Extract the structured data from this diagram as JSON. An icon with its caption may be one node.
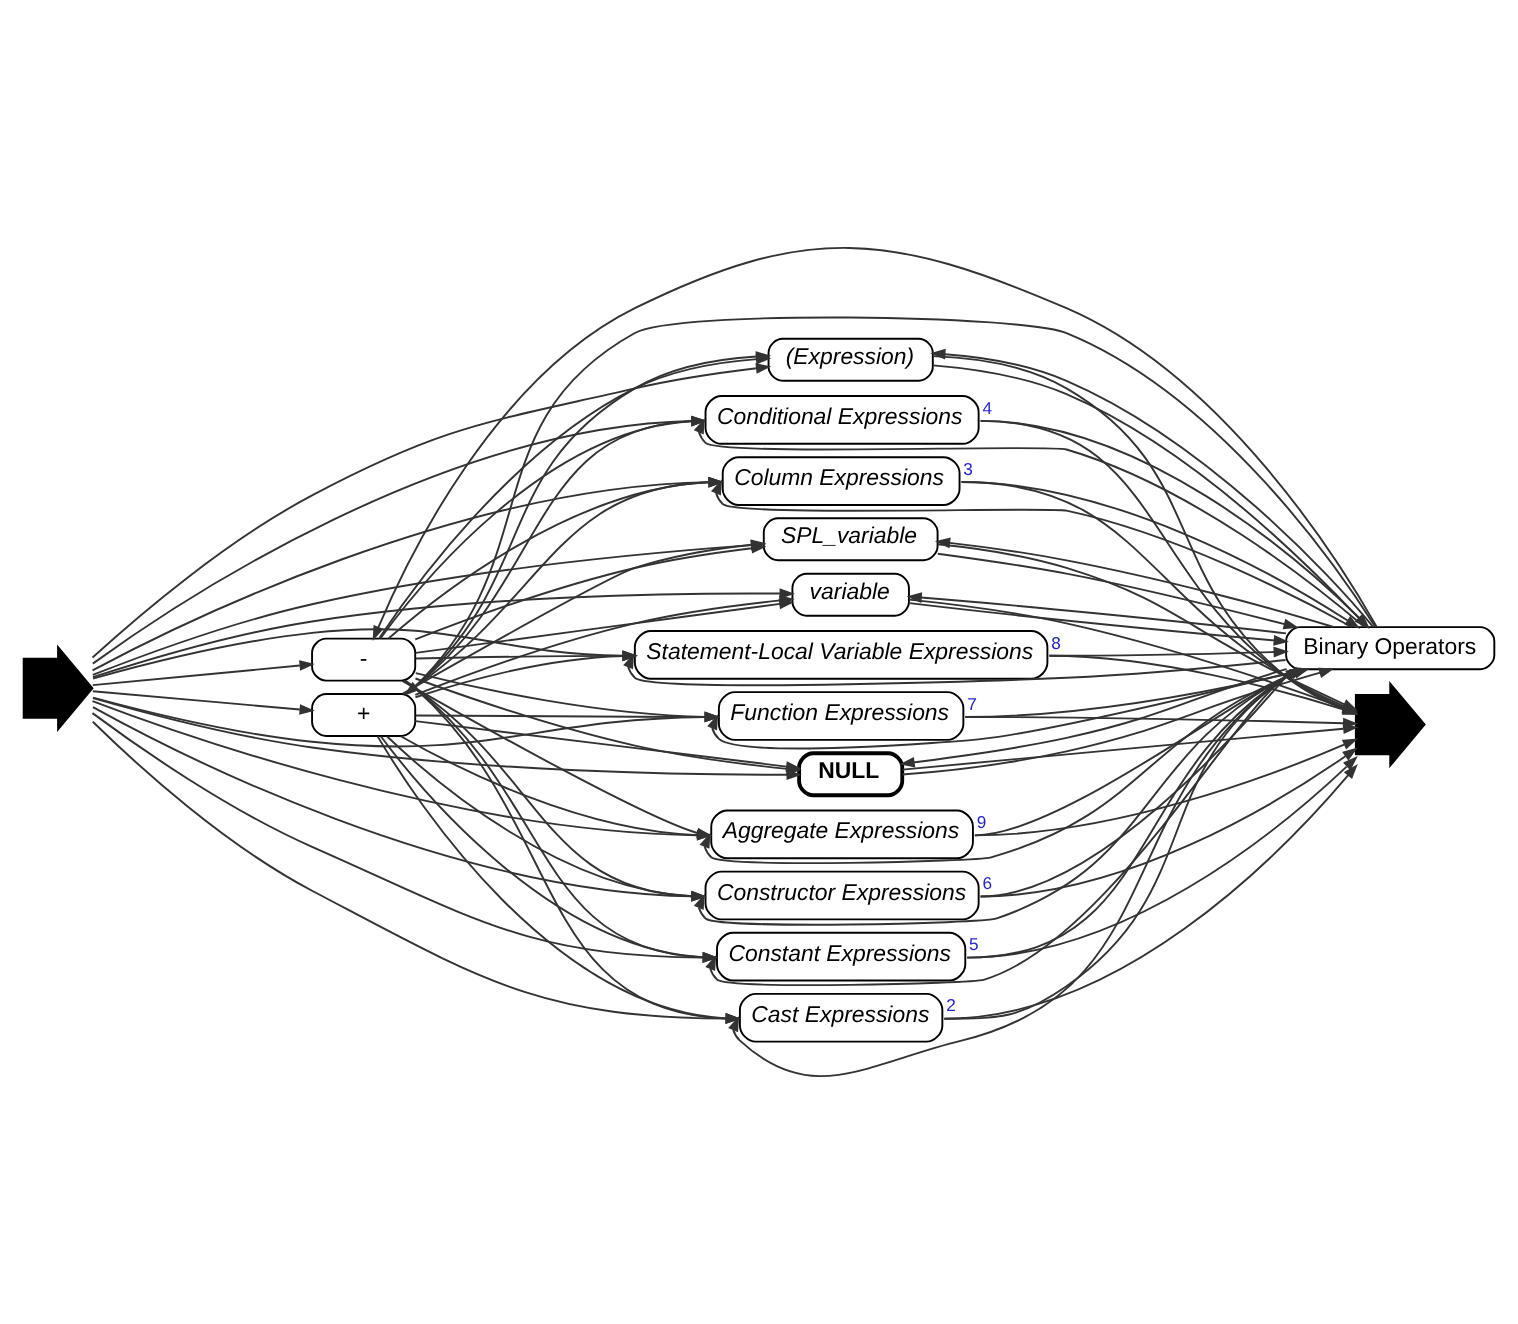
{
  "diagram": {
    "nodes": [
      {
        "text": [
          "Binary Operators"
        ]
      },
      {
        "text": [],
        "shape": "arrow"
      },
      {
        "text": [
          "-"
        ]
      },
      {
        "text": [
          "+"
        ]
      },
      {
        "text": [
          "Cast Expressions"
        ],
        "beside": [
          "2"
        ]
      },
      {
        "text": [
          "Column Expressions"
        ],
        "beside": [
          "3"
        ]
      },
      {
        "text": [
          "Conditional Expressions"
        ],
        "beside": [
          "4"
        ]
      },
      {
        "text": [
          "Constant Expressions"
        ],
        "beside": [
          "5"
        ]
      },
      {
        "text": [
          "Constructor Expressions"
        ],
        "beside": [
          "6"
        ]
      },
      {
        "text": [
          "Function Expressions"
        ],
        "beside": [
          "7"
        ]
      },
      {
        "text": [
          "Statement-Local Variable Expressions"
        ],
        "beside": [
          "8"
        ]
      },
      {
        "text": [
          "Aggregate Expressions"
        ],
        "beside": [
          "9"
        ]
      },
      {
        "text": [
          "NULL"
        ]
      },
      {
        "text": [
          "variable"
        ]
      },
      {
        "text": [
          "SPL_variable"
        ]
      },
      {
        "text": [
          "(Expression)"
        ]
      },
      {
        "text": [],
        "shape": "arrow"
      }
    ],
    "edges": [
      {
        "from": 1,
        "to": 2,
        "arrow": "to"
      },
      {
        "from": 1,
        "to": 3,
        "arrow": "to"
      },
      {
        "from": 0,
        "to": 2,
        "arrow": "to"
      },
      {
        "from": 0,
        "to": 3,
        "arrow": "to"
      },
      {
        "from": 1,
        "to": 4,
        "arrow": "to"
      },
      {
        "from": 2,
        "to": 4,
        "arrow": "to"
      },
      {
        "from": 3,
        "to": 4,
        "arrow": "to"
      },
      {
        "from": 0,
        "to": 4,
        "arrow": "to"
      },
      {
        "from": 1,
        "to": 5,
        "arrow": "to"
      },
      {
        "from": 2,
        "to": 5,
        "arrow": "to"
      },
      {
        "from": 3,
        "to": 5,
        "arrow": "to"
      },
      {
        "from": 0,
        "to": 5,
        "arrow": "to"
      },
      {
        "from": 1,
        "to": 6,
        "arrow": "to"
      },
      {
        "from": 2,
        "to": 6,
        "arrow": "to"
      },
      {
        "from": 3,
        "to": 6,
        "arrow": "to"
      },
      {
        "from": 0,
        "to": 6,
        "arrow": "to"
      },
      {
        "from": 1,
        "to": 7,
        "arrow": "to"
      },
      {
        "from": 2,
        "to": 7,
        "arrow": "to"
      },
      {
        "from": 3,
        "to": 7,
        "arrow": "to"
      },
      {
        "from": 0,
        "to": 7,
        "arrow": "to"
      },
      {
        "from": 1,
        "to": 8,
        "arrow": "to"
      },
      {
        "from": 2,
        "to": 8,
        "arrow": "to"
      },
      {
        "from": 3,
        "to": 8,
        "arrow": "to"
      },
      {
        "from": 0,
        "to": 8,
        "arrow": "to"
      },
      {
        "from": 1,
        "to": 9,
        "arrow": "to"
      },
      {
        "from": 2,
        "to": 9,
        "arrow": "to"
      },
      {
        "from": 3,
        "to": 9,
        "arrow": "to"
      },
      {
        "from": 0,
        "to": 9,
        "arrow": "to"
      },
      {
        "from": 1,
        "to": 10,
        "arrow": "to"
      },
      {
        "from": 2,
        "to": 10,
        "arrow": "to"
      },
      {
        "from": 3,
        "to": 10,
        "arrow": "to"
      },
      {
        "from": 0,
        "to": 10,
        "arrow": "to"
      },
      {
        "from": 1,
        "to": 11,
        "arrow": "to"
      },
      {
        "from": 2,
        "to": 11,
        "arrow": "to"
      },
      {
        "from": 3,
        "to": 11,
        "arrow": "to"
      },
      {
        "from": 0,
        "to": 11,
        "arrow": "to"
      },
      {
        "from": 1,
        "to": 12,
        "arrow": "to"
      },
      {
        "from": 2,
        "to": 12,
        "arrow": "to"
      },
      {
        "from": 3,
        "to": 12,
        "arrow": "to"
      },
      {
        "from": 0,
        "to": 12,
        "arrow": "to"
      },
      {
        "from": 1,
        "to": 13,
        "arrow": "to"
      },
      {
        "from": 2,
        "to": 13,
        "arrow": "to"
      },
      {
        "from": 3,
        "to": 13,
        "arrow": "to"
      },
      {
        "from": 0,
        "to": 13,
        "arrow": "to"
      },
      {
        "from": 1,
        "to": 14,
        "arrow": "to"
      },
      {
        "from": 2,
        "to": 14,
        "arrow": "to"
      },
      {
        "from": 3,
        "to": 14,
        "arrow": "to"
      },
      {
        "from": 0,
        "to": 14,
        "arrow": "to"
      },
      {
        "from": 1,
        "to": 15,
        "arrow": "to"
      },
      {
        "from": 2,
        "to": 15,
        "arrow": "to"
      },
      {
        "from": 3,
        "to": 15,
        "arrow": "to"
      },
      {
        "from": 0,
        "to": 15,
        "arrow": "to"
      },
      {
        "from": 4,
        "to": 0,
        "arrow": "to"
      },
      {
        "from": 5,
        "to": 0,
        "arrow": "to"
      },
      {
        "from": 6,
        "to": 0,
        "arrow": "to"
      },
      {
        "from": 7,
        "to": 0,
        "arrow": "to"
      },
      {
        "from": 8,
        "to": 0,
        "arrow": "to"
      },
      {
        "from": 9,
        "to": 0,
        "arrow": "to"
      },
      {
        "from": 10,
        "to": 0,
        "arrow": "to"
      },
      {
        "from": 11,
        "to": 0,
        "arrow": "to"
      },
      {
        "from": 12,
        "to": 0,
        "arrow": "to"
      },
      {
        "from": 13,
        "to": 0,
        "arrow": "to"
      },
      {
        "from": 14,
        "to": 0,
        "arrow": "to"
      },
      {
        "from": 15,
        "to": 0,
        "arrow": "to"
      },
      {
        "from": 4,
        "to": 16,
        "arrow": "to"
      },
      {
        "from": 5,
        "to": 16,
        "arrow": "to"
      },
      {
        "from": 6,
        "to": 16,
        "arrow": "to"
      },
      {
        "from": 7,
        "to": 16,
        "arrow": "to"
      },
      {
        "from": 8,
        "to": 16,
        "arrow": "to"
      },
      {
        "from": 9,
        "to": 16,
        "arrow": "to"
      },
      {
        "from": 10,
        "to": 16,
        "arrow": "to"
      },
      {
        "from": 11,
        "to": 16,
        "arrow": "to"
      },
      {
        "from": 12,
        "to": 16,
        "arrow": "to"
      },
      {
        "from": 13,
        "to": 16,
        "arrow": "to"
      },
      {
        "from": 14,
        "to": 16,
        "arrow": "to"
      },
      {
        "from": 15,
        "to": 16,
        "arrow": "to"
      }
    ]
  }
}
